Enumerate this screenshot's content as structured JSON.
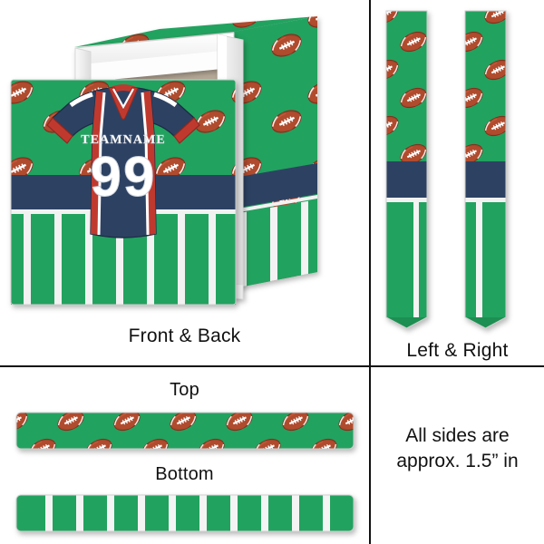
{
  "product": {
    "type": "gift-box-mockup",
    "title_text": "",
    "jersey": {
      "team_name": "TEAMNAME",
      "number": "99",
      "body_color": "#2d4263",
      "accent_color": "#c0392f",
      "trim_color": "#ffffff"
    },
    "colors": {
      "green": "#22a25f",
      "green_dark": "#189353",
      "navy": "#2d4263",
      "red": "#c0392f",
      "white": "#ffffff",
      "football_brown": "#a8452a",
      "football_brown_dark": "#8d3420",
      "line": "#111111",
      "box_white": "#ffffff",
      "box_shade": "#e4e4e4"
    }
  },
  "panels": [
    {
      "id": "front-back",
      "caption": "Front & Back"
    },
    {
      "id": "left-right",
      "caption": "Left & Right"
    },
    {
      "id": "top-bottom",
      "captions": [
        "Top",
        "Bottom"
      ]
    },
    {
      "id": "size-note",
      "lines": [
        "All sides are",
        "approx. 1.5” in"
      ]
    }
  ],
  "captions": {
    "front_back": "Front & Back",
    "left_right": "Left & Right",
    "top": "Top",
    "bottom": "Bottom",
    "note_line1": "All sides are",
    "note_line2": "approx. 1.5” in"
  }
}
